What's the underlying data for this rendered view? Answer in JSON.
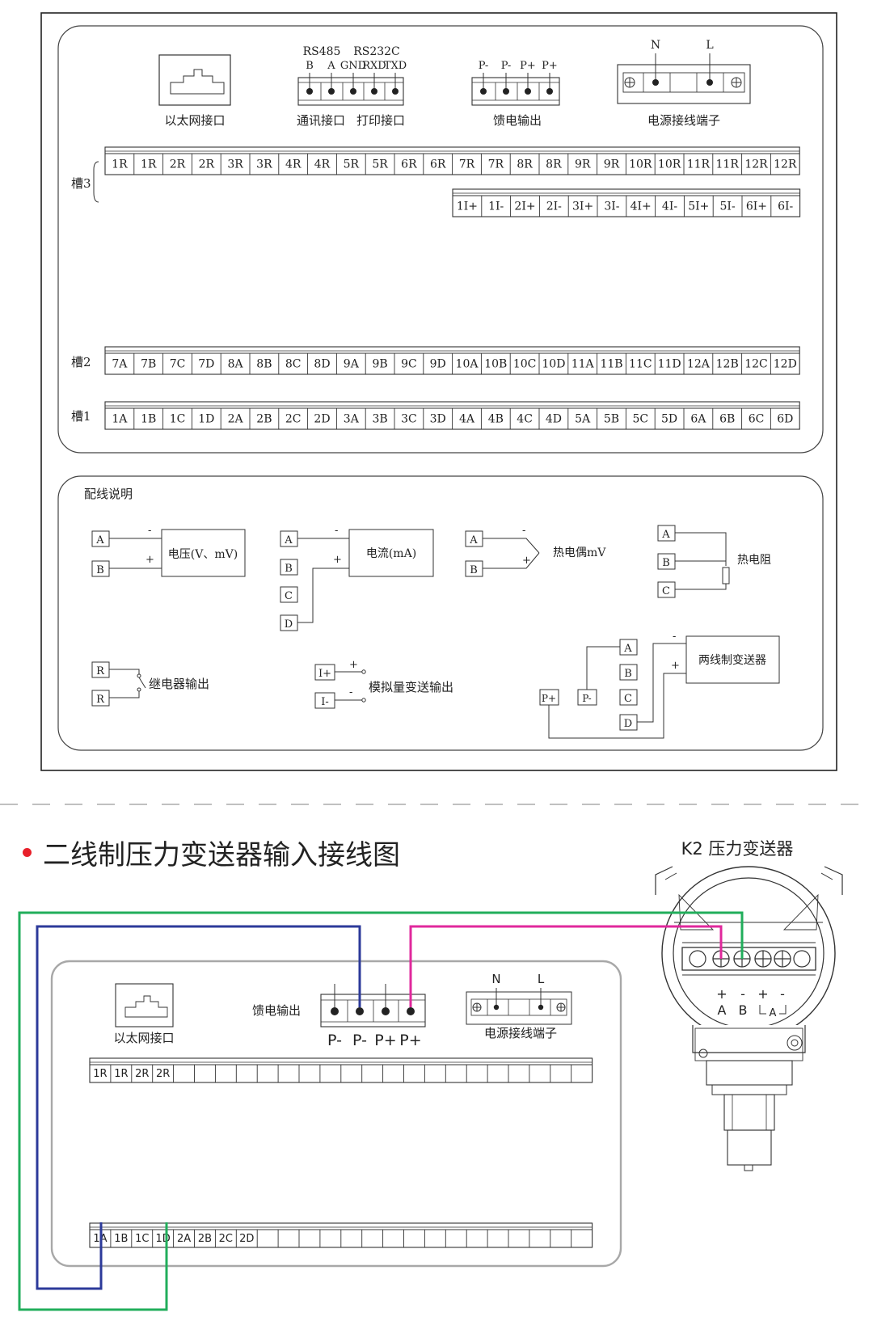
{
  "top": {
    "ethernet_label": "以太网接口",
    "comm_group": {
      "rs485": "RS485",
      "rs232c": "RS232C",
      "pins": [
        "B",
        "A",
        "GND",
        "RXD",
        "TXD"
      ],
      "comm_label": "通讯接口",
      "print_label": "打印接口"
    },
    "feed": {
      "pins": [
        "P-",
        "P-",
        "P+",
        "P+"
      ],
      "label": "馈电输出"
    },
    "power": {
      "n": "N",
      "l": "L",
      "label": "电源接线端子"
    },
    "slot3": {
      "label": "槽3",
      "row1": [
        "1R",
        "1R",
        "2R",
        "2R",
        "3R",
        "3R",
        "4R",
        "4R",
        "5R",
        "5R",
        "6R",
        "6R",
        "7R",
        "7R",
        "8R",
        "8R",
        "9R",
        "9R",
        "10R",
        "10R",
        "11R",
        "11R",
        "12R",
        "12R"
      ],
      "row2": [
        "1I+",
        "1I-",
        "2I+",
        "2I-",
        "3I+",
        "3I-",
        "4I+",
        "4I-",
        "5I+",
        "5I-",
        "6I+",
        "6I-"
      ]
    },
    "slot2": {
      "label": "槽2",
      "cells": [
        "7A",
        "7B",
        "7C",
        "7D",
        "8A",
        "8B",
        "8C",
        "8D",
        "9A",
        "9B",
        "9C",
        "9D",
        "10A",
        "10B",
        "10C",
        "10D",
        "11A",
        "11B",
        "11C",
        "11D",
        "12A",
        "12B",
        "12C",
        "12D"
      ]
    },
    "slot1": {
      "label": "槽1",
      "cells": [
        "1A",
        "1B",
        "1C",
        "1D",
        "2A",
        "2B",
        "2C",
        "2D",
        "3A",
        "3B",
        "3C",
        "3D",
        "4A",
        "4B",
        "4C",
        "4D",
        "5A",
        "5B",
        "5C",
        "5D",
        "6A",
        "6B",
        "6C",
        "6D"
      ]
    }
  },
  "wiring": {
    "title": "配线说明",
    "voltage": {
      "a": "A",
      "b": "B",
      "minus": "-",
      "plus": "+",
      "box": "电压(V、mV)"
    },
    "current": {
      "a": "A",
      "b": "B",
      "c": "C",
      "d": "D",
      "minus": "-",
      "plus": "+",
      "box": "电流(mA)"
    },
    "thermocouple": {
      "a": "A",
      "b": "B",
      "minus": "-",
      "plus": "+",
      "label": "热电偶mV"
    },
    "rtd": {
      "a": "A",
      "b": "B",
      "c": "C",
      "label": "热电阻"
    },
    "relay": {
      "r1": "R",
      "r2": "R",
      "label": "继电器输出"
    },
    "analog": {
      "ip": "I+",
      "im": "I-",
      "plus": "+",
      "minus": "-",
      "label": "模拟量变送输出"
    },
    "two_wire": {
      "a": "A",
      "b": "B",
      "c": "C",
      "d": "D",
      "pp": "P+",
      "pm": "P-",
      "minus": "-",
      "plus": "+",
      "box": "两线制变送器"
    }
  },
  "bottom": {
    "title": "二线制压力变送器输入接线图",
    "device": "K2  压力变送器",
    "ethernet_label": "以太网接口",
    "feed_label": "馈电输出",
    "feed_pins": [
      "P-",
      "P-",
      "P+",
      "P+"
    ],
    "power": {
      "n": "N",
      "l": "L",
      "label": "电源接线端子"
    },
    "top_cells": [
      "1R",
      "1R",
      "2R",
      "2R"
    ],
    "bottom_cells": [
      "1A",
      "1B",
      "1C",
      "1D",
      "2A",
      "2B",
      "2C",
      "2D"
    ],
    "device_terms": {
      "plus": "+",
      "minus": "-",
      "a": "A",
      "b": "B",
      "plus2": "+",
      "minus2": "-",
      "a2": "A"
    }
  },
  "colors": {
    "green": "#21ae5b",
    "blue": "#2c3a9a",
    "magenta": "#e0289c",
    "red_dot": "#e8202a"
  }
}
